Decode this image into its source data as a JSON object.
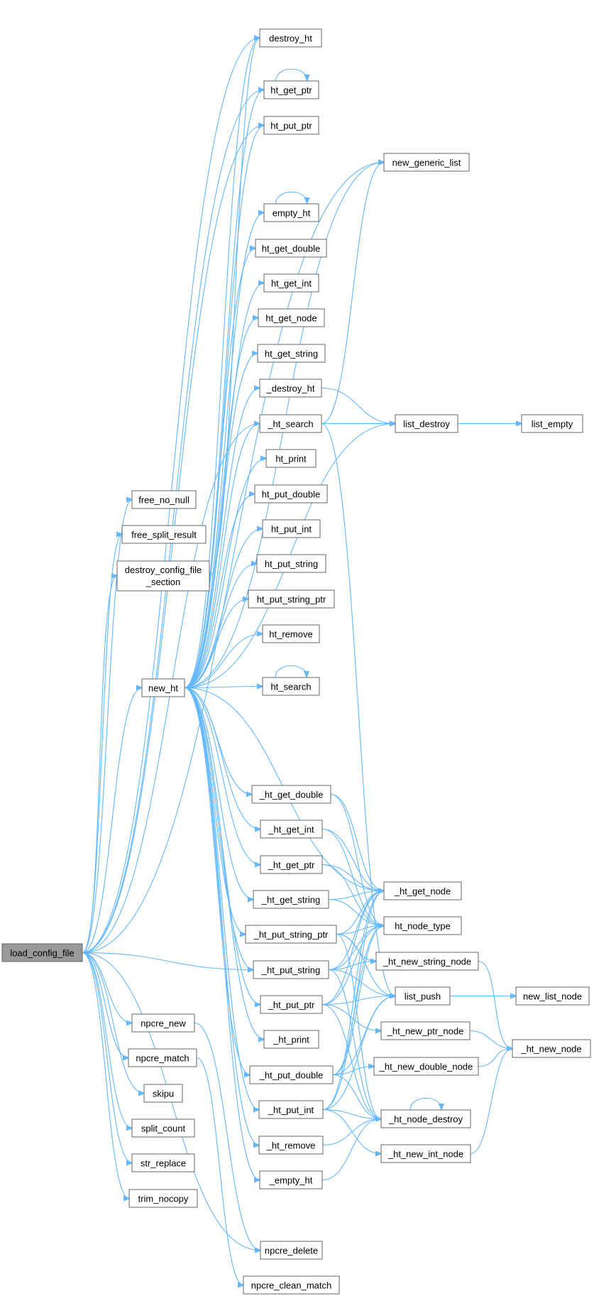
{
  "diagram": {
    "colors": {
      "edge": "#63b8ff",
      "node_border": "#666666",
      "root_fill": "#999999",
      "node_fill": "#ffffff"
    },
    "nodes": [
      {
        "id": "load_config_file",
        "label": "load_config_file",
        "root": true
      },
      {
        "id": "free_no_null",
        "label": "free_no_null"
      },
      {
        "id": "free_split_result",
        "label": "free_split_result"
      },
      {
        "id": "destroy_config_file_section",
        "label": "destroy_config_file",
        "label2": "_section"
      },
      {
        "id": "new_ht",
        "label": "new_ht"
      },
      {
        "id": "npcre_new",
        "label": "npcre_new"
      },
      {
        "id": "npcre_match",
        "label": "npcre_match"
      },
      {
        "id": "skipu",
        "label": "skipu"
      },
      {
        "id": "split_count",
        "label": "split_count"
      },
      {
        "id": "str_replace",
        "label": "str_replace"
      },
      {
        "id": "trim_nocopy",
        "label": "trim_nocopy"
      },
      {
        "id": "destroy_ht",
        "label": "destroy_ht"
      },
      {
        "id": "ht_get_ptr",
        "label": "ht_get_ptr"
      },
      {
        "id": "ht_put_ptr",
        "label": "ht_put_ptr"
      },
      {
        "id": "empty_ht",
        "label": "empty_ht"
      },
      {
        "id": "ht_get_double",
        "label": "ht_get_double"
      },
      {
        "id": "ht_get_int",
        "label": "ht_get_int"
      },
      {
        "id": "ht_get_node",
        "label": "ht_get_node"
      },
      {
        "id": "ht_get_string",
        "label": "ht_get_string"
      },
      {
        "id": "_destroy_ht",
        "label": "_destroy_ht"
      },
      {
        "id": "_ht_search",
        "label": "_ht_search"
      },
      {
        "id": "ht_print",
        "label": "ht_print"
      },
      {
        "id": "ht_put_double",
        "label": "ht_put_double"
      },
      {
        "id": "ht_put_int",
        "label": "ht_put_int"
      },
      {
        "id": "ht_put_string",
        "label": "ht_put_string"
      },
      {
        "id": "ht_put_string_ptr",
        "label": "ht_put_string_ptr"
      },
      {
        "id": "ht_remove",
        "label": "ht_remove"
      },
      {
        "id": "ht_search",
        "label": "ht_search"
      },
      {
        "id": "_ht_get_double",
        "label": "_ht_get_double"
      },
      {
        "id": "_ht_get_int",
        "label": "_ht_get_int"
      },
      {
        "id": "_ht_get_ptr",
        "label": "_ht_get_ptr"
      },
      {
        "id": "_ht_get_string",
        "label": "_ht_get_string"
      },
      {
        "id": "_ht_put_string_ptr",
        "label": "_ht_put_string_ptr"
      },
      {
        "id": "_ht_put_string",
        "label": "_ht_put_string"
      },
      {
        "id": "_ht_put_ptr",
        "label": "_ht_put_ptr"
      },
      {
        "id": "_ht_print",
        "label": "_ht_print"
      },
      {
        "id": "_ht_put_double",
        "label": "_ht_put_double"
      },
      {
        "id": "_ht_put_int",
        "label": "_ht_put_int"
      },
      {
        "id": "_ht_remove",
        "label": "_ht_remove"
      },
      {
        "id": "_empty_ht",
        "label": "_empty_ht"
      },
      {
        "id": "npcre_delete",
        "label": "npcre_delete"
      },
      {
        "id": "npcre_clean_match",
        "label": "npcre_clean_match"
      },
      {
        "id": "new_generic_list",
        "label": "new_generic_list"
      },
      {
        "id": "list_destroy",
        "label": "list_destroy"
      },
      {
        "id": "list_empty",
        "label": "list_empty"
      },
      {
        "id": "_ht_get_node",
        "label": "_ht_get_node"
      },
      {
        "id": "ht_node_type",
        "label": "ht_node_type"
      },
      {
        "id": "_ht_new_string_node",
        "label": "_ht_new_string_node"
      },
      {
        "id": "list_push",
        "label": "list_push"
      },
      {
        "id": "_ht_new_ptr_node",
        "label": "_ht_new_ptr_node"
      },
      {
        "id": "_ht_new_double_node",
        "label": "_ht_new_double_node"
      },
      {
        "id": "_ht_node_destroy",
        "label": "_ht_node_destroy"
      },
      {
        "id": "_ht_new_int_node",
        "label": "_ht_new_int_node"
      },
      {
        "id": "new_list_node",
        "label": "new_list_node"
      },
      {
        "id": "_ht_new_node",
        "label": "_ht_new_node"
      }
    ],
    "edges": [
      [
        "load_config_file",
        "free_no_null"
      ],
      [
        "load_config_file",
        "free_split_result"
      ],
      [
        "load_config_file",
        "destroy_config_file_section"
      ],
      [
        "load_config_file",
        "new_ht"
      ],
      [
        "load_config_file",
        "npcre_new"
      ],
      [
        "load_config_file",
        "npcre_match"
      ],
      [
        "load_config_file",
        "skipu"
      ],
      [
        "load_config_file",
        "split_count"
      ],
      [
        "load_config_file",
        "str_replace"
      ],
      [
        "load_config_file",
        "trim_nocopy"
      ],
      [
        "load_config_file",
        "destroy_ht"
      ],
      [
        "load_config_file",
        "ht_get_ptr"
      ],
      [
        "load_config_file",
        "ht_put_ptr"
      ],
      [
        "load_config_file",
        "new_generic_list"
      ],
      [
        "load_config_file",
        "_ht_search"
      ],
      [
        "load_config_file",
        "_ht_put_string"
      ],
      [
        "load_config_file",
        "npcre_delete"
      ],
      [
        "destroy_config_file_section",
        "destroy_ht"
      ],
      [
        "new_ht",
        "destroy_ht"
      ],
      [
        "new_ht",
        "ht_get_ptr"
      ],
      [
        "new_ht",
        "ht_put_ptr"
      ],
      [
        "new_ht",
        "new_generic_list"
      ],
      [
        "new_ht",
        "empty_ht"
      ],
      [
        "new_ht",
        "ht_get_double"
      ],
      [
        "new_ht",
        "ht_get_int"
      ],
      [
        "new_ht",
        "ht_get_node"
      ],
      [
        "new_ht",
        "ht_get_string"
      ],
      [
        "new_ht",
        "_destroy_ht"
      ],
      [
        "new_ht",
        "_ht_search"
      ],
      [
        "new_ht",
        "ht_print"
      ],
      [
        "new_ht",
        "ht_put_double"
      ],
      [
        "new_ht",
        "ht_put_int"
      ],
      [
        "new_ht",
        "ht_put_string"
      ],
      [
        "new_ht",
        "ht_put_string_ptr"
      ],
      [
        "new_ht",
        "ht_remove"
      ],
      [
        "new_ht",
        "ht_search"
      ],
      [
        "new_ht",
        "list_destroy"
      ],
      [
        "new_ht",
        "_ht_get_double"
      ],
      [
        "new_ht",
        "_ht_get_int"
      ],
      [
        "new_ht",
        "_ht_get_ptr"
      ],
      [
        "new_ht",
        "_ht_get_string"
      ],
      [
        "new_ht",
        "_ht_put_string_ptr"
      ],
      [
        "new_ht",
        "_ht_put_string"
      ],
      [
        "new_ht",
        "_ht_put_ptr"
      ],
      [
        "new_ht",
        "_ht_print"
      ],
      [
        "new_ht",
        "_ht_put_double"
      ],
      [
        "new_ht",
        "_ht_put_int"
      ],
      [
        "new_ht",
        "_ht_remove"
      ],
      [
        "new_ht",
        "_empty_ht"
      ],
      [
        "new_ht",
        "_ht_get_node"
      ],
      [
        "ht_get_ptr",
        "ht_get_ptr"
      ],
      [
        "empty_ht",
        "empty_ht"
      ],
      [
        "ht_search",
        "ht_search"
      ],
      [
        "_destroy_ht",
        "list_destroy"
      ],
      [
        "_ht_search",
        "list_destroy"
      ],
      [
        "_ht_search",
        "new_generic_list"
      ],
      [
        "_ht_search",
        "list_push"
      ],
      [
        "list_destroy",
        "list_empty"
      ],
      [
        "npcre_new",
        "npcre_delete"
      ],
      [
        "npcre_match",
        "npcre_clean_match"
      ],
      [
        "_ht_get_double",
        "_ht_get_node"
      ],
      [
        "_ht_get_double",
        "ht_node_type"
      ],
      [
        "_ht_get_int",
        "_ht_get_node"
      ],
      [
        "_ht_get_int",
        "ht_node_type"
      ],
      [
        "_ht_get_ptr",
        "_ht_get_node"
      ],
      [
        "_ht_get_ptr",
        "ht_node_type"
      ],
      [
        "_ht_get_string",
        "_ht_get_node"
      ],
      [
        "_ht_get_string",
        "ht_node_type"
      ],
      [
        "_ht_put_string_ptr",
        "_ht_get_node"
      ],
      [
        "_ht_put_string_ptr",
        "ht_node_type"
      ],
      [
        "_ht_put_string_ptr",
        "_ht_new_string_node"
      ],
      [
        "_ht_put_string_ptr",
        "list_push"
      ],
      [
        "_ht_put_string_ptr",
        "_ht_node_destroy"
      ],
      [
        "_ht_put_string",
        "_ht_get_node"
      ],
      [
        "_ht_put_string",
        "ht_node_type"
      ],
      [
        "_ht_put_string",
        "_ht_new_string_node"
      ],
      [
        "_ht_put_string",
        "list_push"
      ],
      [
        "_ht_put_string",
        "_ht_node_destroy"
      ],
      [
        "_ht_put_ptr",
        "_ht_get_node"
      ],
      [
        "_ht_put_ptr",
        "ht_node_type"
      ],
      [
        "_ht_put_ptr",
        "list_push"
      ],
      [
        "_ht_put_ptr",
        "_ht_new_ptr_node"
      ],
      [
        "_ht_put_ptr",
        "_ht_node_destroy"
      ],
      [
        "_ht_put_double",
        "_ht_get_node"
      ],
      [
        "_ht_put_double",
        "ht_node_type"
      ],
      [
        "_ht_put_double",
        "list_push"
      ],
      [
        "_ht_put_double",
        "_ht_new_double_node"
      ],
      [
        "_ht_put_double",
        "_ht_node_destroy"
      ],
      [
        "_ht_put_int",
        "_ht_get_node"
      ],
      [
        "_ht_put_int",
        "ht_node_type"
      ],
      [
        "_ht_put_int",
        "list_push"
      ],
      [
        "_ht_put_int",
        "_ht_node_destroy"
      ],
      [
        "_ht_put_int",
        "_ht_new_int_node"
      ],
      [
        "_ht_remove",
        "_ht_node_destroy"
      ],
      [
        "_empty_ht",
        "_ht_node_destroy"
      ],
      [
        "_ht_node_destroy",
        "_ht_node_destroy"
      ],
      [
        "list_push",
        "new_list_node"
      ],
      [
        "_ht_new_string_node",
        "_ht_new_node"
      ],
      [
        "_ht_new_ptr_node",
        "_ht_new_node"
      ],
      [
        "_ht_new_double_node",
        "_ht_new_node"
      ],
      [
        "_ht_new_int_node",
        "_ht_new_node"
      ]
    ]
  }
}
